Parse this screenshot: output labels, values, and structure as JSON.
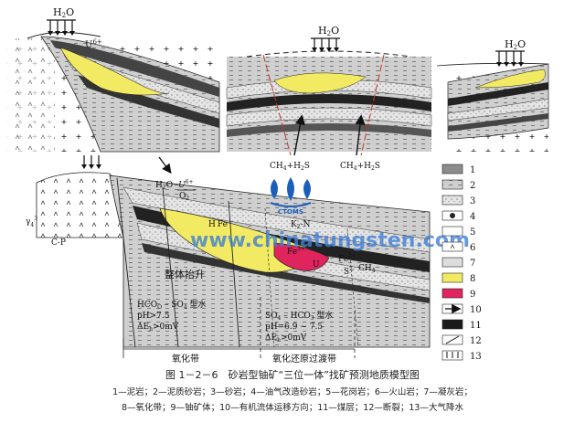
{
  "labels": {
    "h2o_1": "H",
    "h2o_1_sub": "2",
    "h2o_1_o": "O",
    "u6": "U",
    "u6_sup": "6+",
    "ch4_h2s_1": "CH",
    "ch4_h2s_1_b": "+H",
    "ch4_h2s_1_c": "S",
    "ch4_h2s_2": "CH",
    "ch4_h2s_2_b": "+H",
    "ch4_h2s_2_c": "S",
    "sub4": "4",
    "sub2": "2",
    "cp": "C-P",
    "gamma": "γ",
    "gamma_sub": "4",
    "gamma_sup": "3",
    "h2o_u6_o2_a": "H",
    "h2o_u6_o2_b": "O",
    "h2o_u6_o2_u": "U",
    "h2o_u6_o2_o": "O",
    "kn": "K",
    "kn_sub": "2",
    "kn_n": "-N",
    "fe3": "Fe",
    "fe3_sup": "3+",
    "h_fe": "H",
    "h_fe2": "Fe",
    "fe2": "Fe",
    "fe2_sup": "2+",
    "u_red": "U",
    "s2": "S",
    "s2_sup": "2-",
    "ch4": "CH",
    "ch4_sub": "4",
    "uplift": "整体抬升",
    "water1_a": "HCO",
    "water1_b": " – SO",
    "water1_c": " 型水",
    "water1_ph": "pH>7.5",
    "water1_eh": "ΔE",
    "water1_eh_b": ">0mV",
    "water2_a": "SO",
    "water2_b": " – HCO",
    "water2_c": " 型水",
    "water2_ph": "pH=6.9 ~ 7.5",
    "water2_eh": "ΔE",
    "water2_eh_b": ">0mV",
    "zone_ox": "氧化带",
    "zone_trans": "氧化还原过渡带",
    "watermark": "www.chinatungsten.com",
    "logo_text": "CTOMS"
  },
  "legend": [
    "1",
    "2",
    "3",
    "4",
    "5",
    "6",
    "7",
    "8",
    "9",
    "10",
    "11",
    "12",
    "13"
  ],
  "caption": {
    "title": "图 1－2－6　砂岩型铀矿“三位一体”找矿预测地质模型图",
    "line1": "1—泥岩；2—泥质砂岩；3—砂岩；4—油气改造砂岩；5—花岗岩；6—火山岩；7—凝灰岩；",
    "line2": "8—氧化带；9—铀矿体；10—有机流体运移方向；11—煤层；12—断裂；13—大气降水"
  },
  "colors": {
    "oxide": "#f3ea63",
    "ore": "#e0245e",
    "coal": "#1a1a1a",
    "mud": "#8c8c8c",
    "sand": "#d8d8d8"
  }
}
